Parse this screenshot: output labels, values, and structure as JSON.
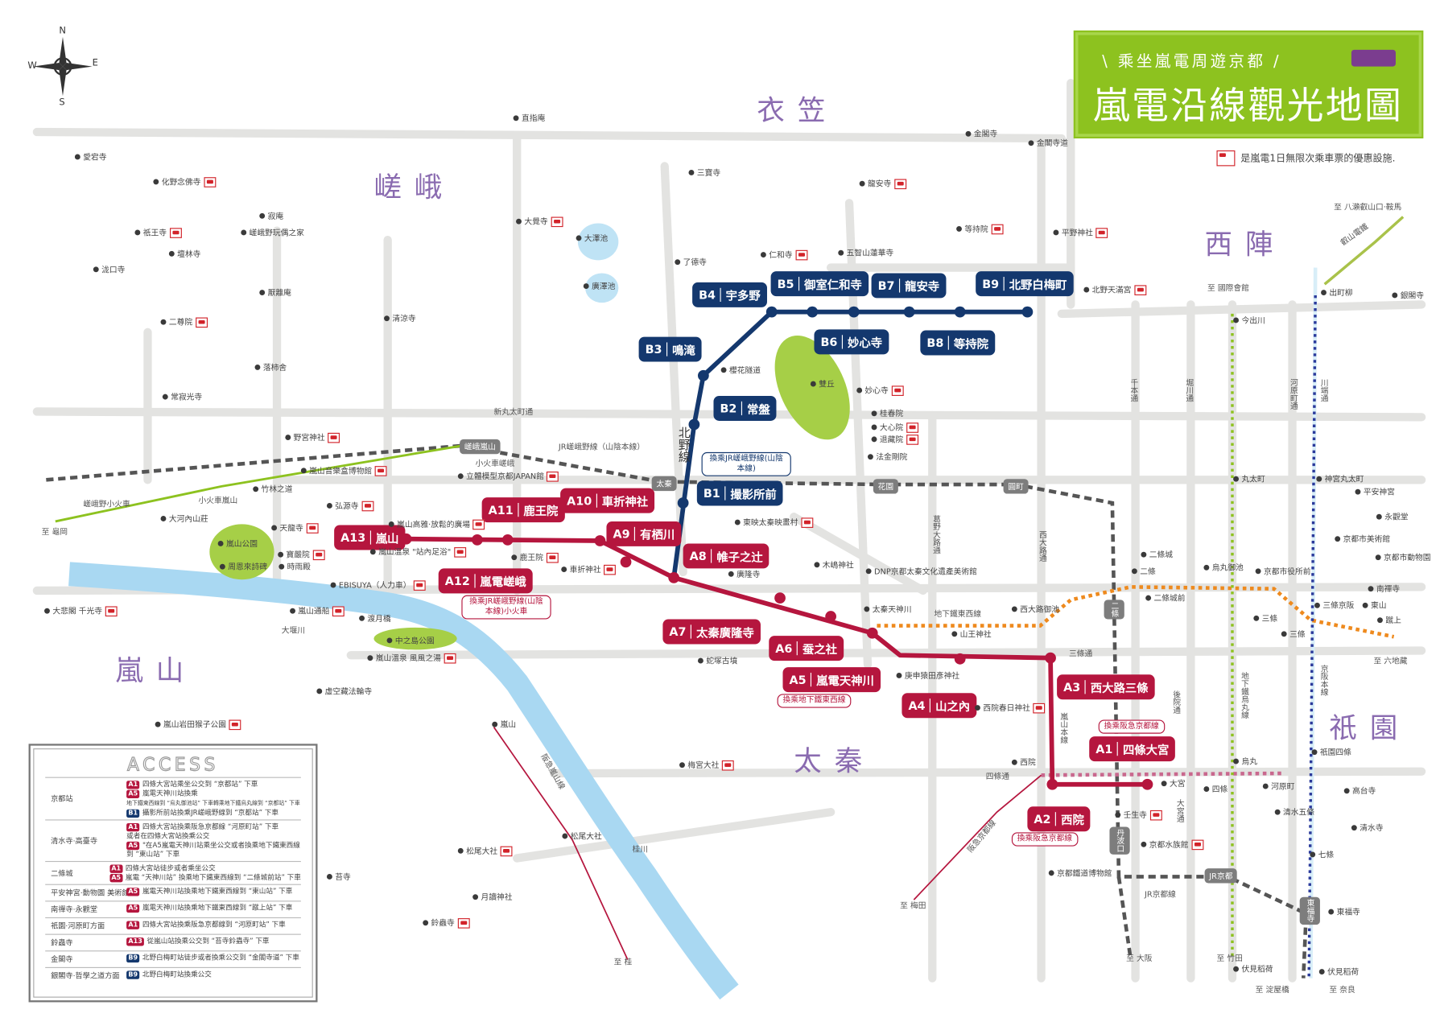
{
  "title": {
    "subtitle": "\\ 乘坐嵐電周遊京都 /",
    "main": "嵐電沿線觀光地圖"
  },
  "legend": {
    "icon": "coupon-train-icon",
    "text": "是嵐電1日無限次乘車票的優惠設施."
  },
  "compass": {
    "n": "N",
    "s": "S",
    "e": "E",
    "w": "W"
  },
  "areas": [
    "嵯峨",
    "衣笠",
    "西陣",
    "嵐山",
    "太秦",
    "祇園"
  ],
  "colors": {
    "randen_a": "#b5163e",
    "randen_b": "#14386e",
    "area_text": "#8a6bb0",
    "title_bg": "#8dc21f",
    "river": "#a9d8f2",
    "tozai": "#ee8a1e",
    "hankyu": "#c9688e",
    "karasuma": "#8dc21f",
    "keihan": "#2b3a9b"
  },
  "lines": {
    "arashiyama": {
      "stations": [
        {
          "code": "A1",
          "name": "四條大宮",
          "note": "換乘阪急京都線"
        },
        {
          "code": "A2",
          "name": "西院",
          "note": "換乘阪急京都線"
        },
        {
          "code": "A3",
          "name": "西大路三條"
        },
        {
          "code": "A4",
          "name": "山之內"
        },
        {
          "code": "A5",
          "name": "嵐電天神川",
          "note": "換乘地下鐵東西線"
        },
        {
          "code": "A6",
          "name": "蚕之社"
        },
        {
          "code": "A7",
          "name": "太秦廣隆寺"
        },
        {
          "code": "A8",
          "name": "帷子之辻"
        },
        {
          "code": "A9",
          "name": "有栖川"
        },
        {
          "code": "A10",
          "name": "車折神社"
        },
        {
          "code": "A11",
          "name": "鹿王院"
        },
        {
          "code": "A12",
          "name": "嵐電嵯峨",
          "note": "換乘JR嵯峨野線(山陰本線)小火車"
        },
        {
          "code": "A13",
          "name": "嵐山"
        }
      ],
      "label": "嵐山本線"
    },
    "kitano": {
      "stations": [
        {
          "code": "B1",
          "name": "撮影所前",
          "note": "換乘JR嵯峨野線(山陰本線)"
        },
        {
          "code": "B2",
          "name": "常盤"
        },
        {
          "code": "B3",
          "name": "鳴滝"
        },
        {
          "code": "B4",
          "name": "宇多野"
        },
        {
          "code": "B5",
          "name": "御室仁和寺"
        },
        {
          "code": "B6",
          "name": "妙心寺"
        },
        {
          "code": "B7",
          "name": "龍安寺"
        },
        {
          "code": "B8",
          "name": "等持院"
        },
        {
          "code": "B9",
          "name": "北野白梅町"
        }
      ],
      "label": "北野線"
    }
  },
  "rail_stations": [
    "嵯峨嵐山",
    "太秦",
    "花園",
    "圓町",
    "二條",
    "丹波口",
    "JR京都",
    "東福寺"
  ],
  "rail_labels": [
    "JR嵯峨野線（山陰本線）",
    "嵯峨野小火車",
    "小火車嵐山",
    "小火車嵯峨",
    "地下鐵東西線",
    "阪急京都線",
    "阪急嵐山線",
    "JR京都線",
    "叡山電鐵",
    "至 龜岡",
    "至 梅田",
    "至 大阪",
    "至 竹田",
    "至 淀屋橋",
    "至 奈良",
    "至 桂",
    "至 六地藏",
    "至 國際會館",
    "至 八瀨叡山口·鞍馬",
    "新丸太町通",
    "四條通",
    "三條通",
    "桂川",
    "大堰川"
  ],
  "street_labels_vertical": [
    "千本通",
    "堀川通",
    "河原町通",
    "川端通",
    "西大路通",
    "葛野大路通",
    "大宮通",
    "後院通",
    "京阪本線",
    "地下鐵烏丸線"
  ],
  "pois": [
    {
      "name": "愛宕寺"
    },
    {
      "name": "化野念佛寺",
      "coupon": true
    },
    {
      "name": "祇王寺",
      "coupon": true
    },
    {
      "name": "寂庵"
    },
    {
      "name": "嵯峨野玩偶之家"
    },
    {
      "name": "壇林寺"
    },
    {
      "name": "直指庵"
    },
    {
      "name": "三寶寺"
    },
    {
      "name": "大覺寺",
      "coupon": true
    },
    {
      "name": "大澤池"
    },
    {
      "name": "廣澤池"
    },
    {
      "name": "泷口寺"
    },
    {
      "name": "厭離庵"
    },
    {
      "name": "清涼寺"
    },
    {
      "name": "二尊院",
      "coupon": true
    },
    {
      "name": "落柿舍"
    },
    {
      "name": "常寂光寺"
    },
    {
      "name": "野宮神社",
      "coupon": true
    },
    {
      "name": "嵐山音樂盒博物館",
      "coupon": true
    },
    {
      "name": "立體模型京都JAPAN館",
      "coupon": true
    },
    {
      "name": "弘源寺",
      "coupon": true
    },
    {
      "name": "天龍寺",
      "coupon": true
    },
    {
      "name": "大河內山莊"
    },
    {
      "name": "嵐山公園"
    },
    {
      "name": "寶嚴院",
      "coupon": true
    },
    {
      "name": "時雨殿"
    },
    {
      "name": "周恩來詩碑"
    },
    {
      "name": "嵐山高雅·放鬆的廣場",
      "coupon": true
    },
    {
      "name": "嵐山溫泉 \"站內足浴\"",
      "coupon": true
    },
    {
      "name": "鹿王院",
      "coupon": true
    },
    {
      "name": "車折神社",
      "coupon": true
    },
    {
      "name": "EBISUYA（人力車）",
      "coupon": true
    },
    {
      "name": "大悲閣 千光寺",
      "coupon": true
    },
    {
      "name": "嵐山通船",
      "coupon": true
    },
    {
      "name": "渡月橋"
    },
    {
      "name": "中之島公園"
    },
    {
      "name": "嵐山溫泉 風風之湯",
      "coupon": true
    },
    {
      "name": "虛空藏法輪寺"
    },
    {
      "name": "嵐山岩田猴子公園",
      "coupon": true
    },
    {
      "name": "竹林之道"
    },
    {
      "name": "金閣寺"
    },
    {
      "name": "金閣寺道"
    },
    {
      "name": "龍安寺",
      "coupon": true
    },
    {
      "name": "等持院",
      "coupon": true
    },
    {
      "name": "仁和寺",
      "coupon": true
    },
    {
      "name": "五智山蓮華寺"
    },
    {
      "name": "了德寺"
    },
    {
      "name": "平野神社",
      "coupon": true
    },
    {
      "name": "北野天滿宮",
      "coupon": true
    },
    {
      "name": "妙心寺",
      "coupon": true
    },
    {
      "name": "桂春院"
    },
    {
      "name": "大心院",
      "coupon": true
    },
    {
      "name": "退藏院",
      "coupon": true
    },
    {
      "name": "法金剛院"
    },
    {
      "name": "櫻花隧道"
    },
    {
      "name": "雙丘"
    },
    {
      "name": "東映太秦映畫村",
      "coupon": true
    },
    {
      "name": "廣隆寺"
    },
    {
      "name": "木嶋神社"
    },
    {
      "name": "DNP京都太秦文化遺產美術館"
    },
    {
      "name": "太秦天神川"
    },
    {
      "name": "西大路御池"
    },
    {
      "name": "山王神社"
    },
    {
      "name": "庚申猿田彥神社"
    },
    {
      "name": "西院春日神社",
      "coupon": true
    },
    {
      "name": "蛇塚古墳"
    },
    {
      "name": "梅宮大社",
      "coupon": true
    },
    {
      "name": "西院"
    },
    {
      "name": "大宮"
    },
    {
      "name": "壬生寺",
      "coupon": true
    },
    {
      "name": "京都水族館",
      "coupon": true
    },
    {
      "name": "京都鐵道博物館"
    },
    {
      "name": "伏見稻荷"
    },
    {
      "name": "伏見稻荷"
    },
    {
      "name": "東福寺"
    },
    {
      "name": "清水寺"
    },
    {
      "name": "高台寺"
    },
    {
      "name": "清水五條"
    },
    {
      "name": "七條"
    },
    {
      "name": "祇園四條"
    },
    {
      "name": "河原町"
    },
    {
      "name": "烏丸"
    },
    {
      "name": "四條"
    },
    {
      "name": "京都市役所前"
    },
    {
      "name": "烏丸御池"
    },
    {
      "name": "二條城"
    },
    {
      "name": "二條城前"
    },
    {
      "name": "二條"
    },
    {
      "name": "三條京阪"
    },
    {
      "name": "東山"
    },
    {
      "name": "三條"
    },
    {
      "name": "三條"
    },
    {
      "name": "蹴上"
    },
    {
      "name": "南禪寺"
    },
    {
      "name": "京都市美術館"
    },
    {
      "name": "京都市動物園"
    },
    {
      "name": "平安神宮"
    },
    {
      "name": "永觀堂"
    },
    {
      "name": "神宮丸太町"
    },
    {
      "name": "丸太町"
    },
    {
      "name": "今出川"
    },
    {
      "name": "出町柳"
    },
    {
      "name": "銀閣寺"
    },
    {
      "name": "嵐山"
    },
    {
      "name": "松尾大社"
    },
    {
      "name": "松尾大社",
      "coupon": true
    },
    {
      "name": "苔寺"
    },
    {
      "name": "月讀神社"
    },
    {
      "name": "鈴蟲寺",
      "coupon": true
    }
  ],
  "access": {
    "heading": "ACCESS",
    "rows": [
      {
        "place": "京都站",
        "lines": [
          {
            "badge": "A1",
            "text": "四條大宮站乘坐公交到 “京都站” 下車"
          },
          {
            "badge": "A5",
            "text": "嵐電天神川站換乘"
          },
          {
            "badge": "",
            "text": "地下鐵東西線到 “烏丸御池站” 下車轉乘地下鐵烏丸線到 “京都站” 下車"
          },
          {
            "badge": "B1",
            "text": "攝影所前站換乘JR嵯峨野線到 “京都站” 下車"
          }
        ]
      },
      {
        "place": "清水寺·高臺寺",
        "lines": [
          {
            "badge": "A1",
            "text": "四條大宮站換乘阪急京都線 “河原町站” 下車"
          },
          {
            "badge": "",
            "text": "或者在四條大宮站換乘公交"
          },
          {
            "badge": "A5",
            "text": "\"在A5嵐電天神川站乘坐公交或者換乘地下鐵東西線"
          },
          {
            "badge": "",
            "text": "到 “東山站” 下車"
          }
        ]
      },
      {
        "place": "二條城",
        "lines": [
          {
            "badge": "A1",
            "text": "四條大宮站徒步或者乘坐公交"
          },
          {
            "badge": "A5",
            "text": "嵐電 “天神川站” 換乘地下鐵東西線到 “二條城前站” 下車"
          }
        ]
      },
      {
        "place": "平安神宮·動物園 美術館",
        "lines": [
          {
            "badge": "A5",
            "text": "嵐電天神川站換乘地下鐵東西線到 “東山站” 下車"
          }
        ]
      },
      {
        "place": "南禪寺·永觀堂",
        "lines": [
          {
            "badge": "A5",
            "text": "嵐電天神川站換乘地下鐵東西線到 “蹴上站” 下車"
          }
        ]
      },
      {
        "place": "祇園·河原町方面",
        "lines": [
          {
            "badge": "A1",
            "text": "四條大宮站換乘阪急京都線到 “河原町站” 下車"
          }
        ]
      },
      {
        "place": "鈴蟲寺",
        "lines": [
          {
            "badge": "A13",
            "text": "從嵐山站換乘公交到 “苔寺鈴蟲寺” 下車"
          }
        ]
      },
      {
        "place": "金閣寺",
        "lines": [
          {
            "badge": "B9",
            "text": "北野白梅町站徒步或者換乘公交到 “金閣寺道” 下車"
          }
        ]
      },
      {
        "place": "銀閣寺·哲學之道方面",
        "lines": [
          {
            "badge": "B9",
            "text": "北野白梅町站換乘公交"
          }
        ]
      }
    ]
  }
}
